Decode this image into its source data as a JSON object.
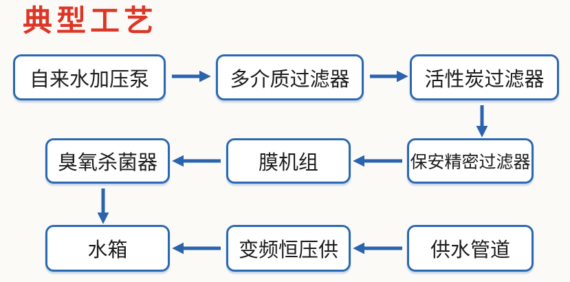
{
  "page": {
    "title": "典型工艺"
  },
  "colors": {
    "title_red": "#dd3526",
    "node_border_blue": "#2a68b2",
    "arrow_blue": "#2a63ae",
    "node_fill": "#ffffff",
    "background": "#fcfaf7",
    "node_text": "#1b1b1b"
  },
  "flowchart": {
    "nodes": [
      {
        "id": "tap-water-pump",
        "label": "自来水加压泵"
      },
      {
        "id": "multimedia-filter",
        "label": "多介质过滤器"
      },
      {
        "id": "activated-carbon-filter",
        "label": "活性炭过滤器"
      },
      {
        "id": "security-precision-filter",
        "label": "保安精密过滤器"
      },
      {
        "id": "membrane-unit",
        "label": "膜机组"
      },
      {
        "id": "ozone-sterilizer",
        "label": "臭氧杀菌器"
      },
      {
        "id": "water-tank",
        "label": "水箱"
      },
      {
        "id": "vfd-constant-pressure-supply",
        "label": "变频恒压供"
      },
      {
        "id": "water-supply-pipe",
        "label": "供水管道"
      }
    ],
    "edges": [
      {
        "from": "自来水加压泵",
        "to": "多介质过滤器",
        "direction": "right"
      },
      {
        "from": "多介质过滤器",
        "to": "活性炭过滤器",
        "direction": "right"
      },
      {
        "from": "活性炭过滤器",
        "to": "保安精密过滤器",
        "direction": "down"
      },
      {
        "from": "保安精密过滤器",
        "to": "膜机组",
        "direction": "left"
      },
      {
        "from": "膜机组",
        "to": "臭氧杀菌器",
        "direction": "left"
      },
      {
        "from": "臭氧杀菌器",
        "to": "水箱",
        "direction": "down"
      },
      {
        "from": "供水管道",
        "to": "变频恒压供",
        "direction": "left"
      },
      {
        "from": "变频恒压供",
        "to": "水箱",
        "direction": "left"
      }
    ]
  }
}
